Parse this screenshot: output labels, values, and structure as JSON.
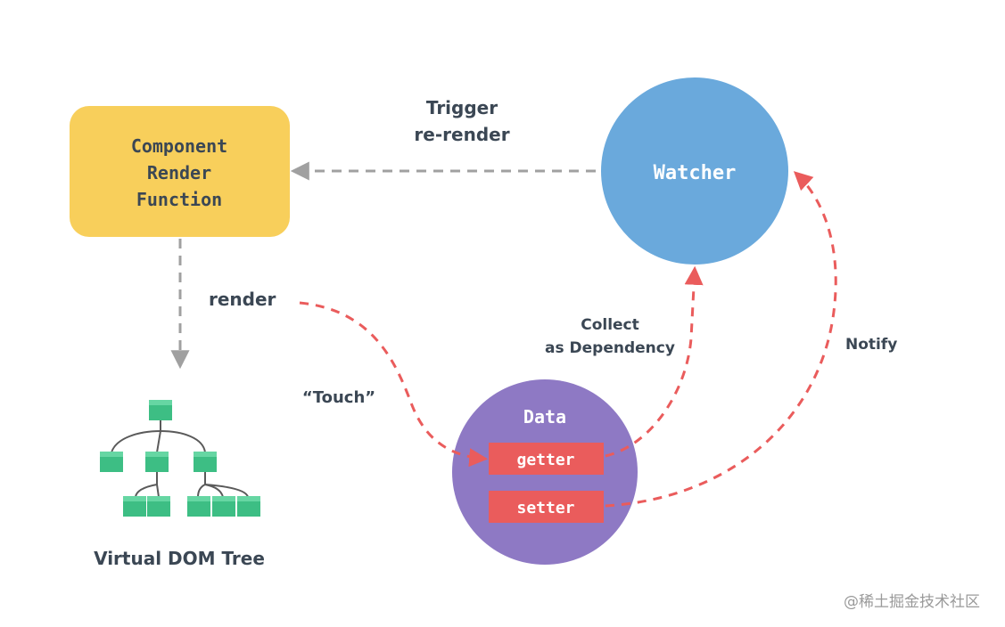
{
  "component": {
    "lines": [
      "Component",
      "Render",
      "Function"
    ]
  },
  "watcher": {
    "label": "Watcher"
  },
  "data_node": {
    "label": "Data",
    "getter": "getter",
    "setter": "setter"
  },
  "edges": {
    "trigger": [
      "Trigger",
      "re-render"
    ],
    "render": "render",
    "touch": "“Touch”",
    "collect": [
      "Collect",
      "as Dependency"
    ],
    "notify": "Notify"
  },
  "vdom": {
    "label": "Virtual DOM Tree"
  },
  "watermark": "@稀土掘金技术社区",
  "colors": {
    "component_fill": "#F8CF5B",
    "watcher_fill": "#6AA9DC",
    "data_fill": "#8E79C4",
    "pill_fill": "#EA5C5C",
    "arrow_red": "#EA5C5C",
    "arrow_gray": "#A0A0A0",
    "node_green": "#3DBE84",
    "text_dark": "#3B4754"
  }
}
